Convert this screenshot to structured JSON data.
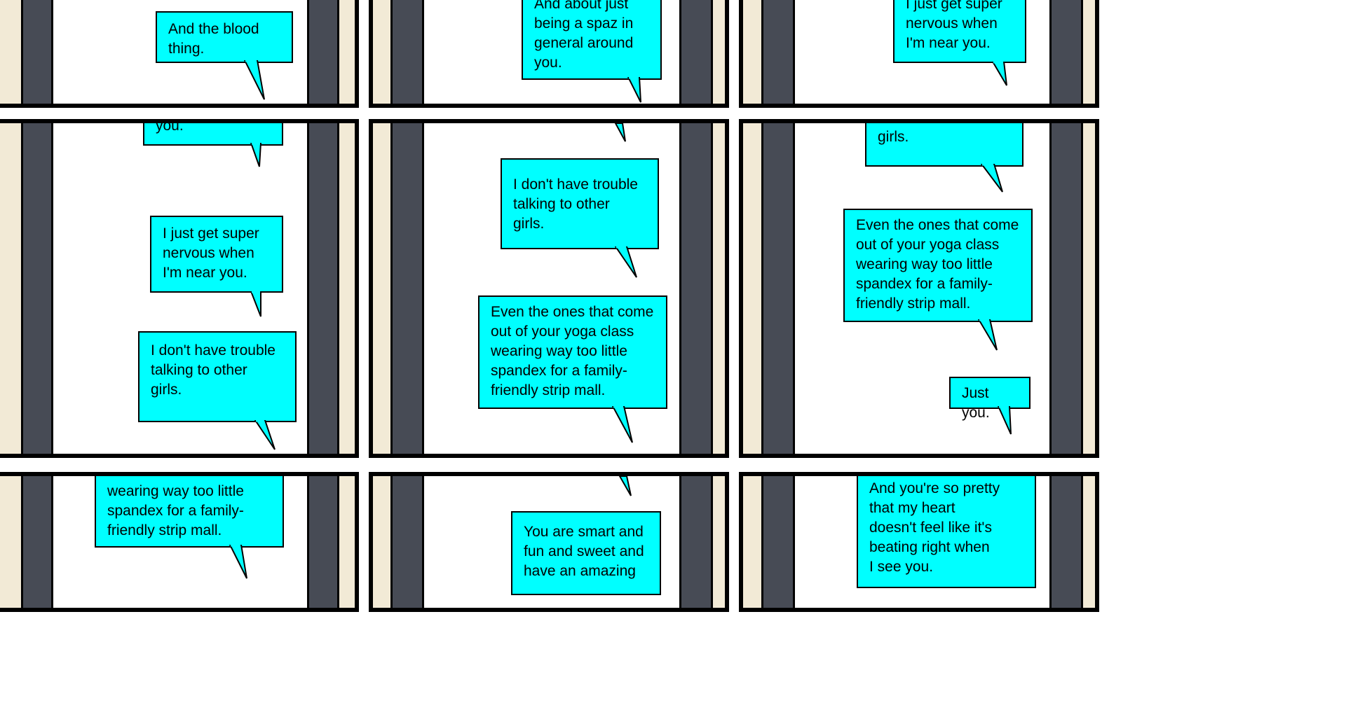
{
  "panels": [
    {
      "id": "p1",
      "bubbles": [
        {
          "text": "And the blood\nthing."
        }
      ]
    },
    {
      "id": "p2",
      "bubbles": [
        {
          "text": "And about just\nbeing a spaz in\ngeneral around\nyou."
        }
      ]
    },
    {
      "id": "p3",
      "bubbles": [
        {
          "text": "I just get super\nnervous when\nI'm near you."
        }
      ]
    },
    {
      "id": "p4",
      "bubbles": [
        {
          "text": "you."
        },
        {
          "text": "I just get super\nnervous when\nI'm near you."
        },
        {
          "text": "I don't have trouble\ntalking to other\ngirls."
        }
      ]
    },
    {
      "id": "p5",
      "bubbles": [
        {
          "text": "I don't have trouble\ntalking to other\ngirls."
        },
        {
          "text": "Even the ones that come\nout of your yoga class\nwearing way too little\nspandex for a family-\nfriendly strip mall."
        }
      ]
    },
    {
      "id": "p6",
      "bubbles": [
        {
          "text": "girls."
        },
        {
          "text": "Even the ones that come\nout of your yoga class\nwearing way too little\nspandex for a family-\nfriendly strip mall."
        },
        {
          "text": "Just you."
        }
      ]
    },
    {
      "id": "p7",
      "bubbles": [
        {
          "text": "wearing way too little\nspandex for a family-\nfriendly strip mall."
        }
      ]
    },
    {
      "id": "p8",
      "bubbles": [
        {
          "text": "You are smart and\nfun and sweet and\nhave an amazing"
        }
      ]
    },
    {
      "id": "p9",
      "bubbles": [
        {
          "text": "And you're so pretty\nthat my heart\ndoesn't feel like it's\nbeating right when\nI see you."
        }
      ]
    }
  ],
  "colors": {
    "bubble": "#00ffff",
    "frame": "#000000",
    "cream": "#f2ead6",
    "slate": "#474b55"
  }
}
